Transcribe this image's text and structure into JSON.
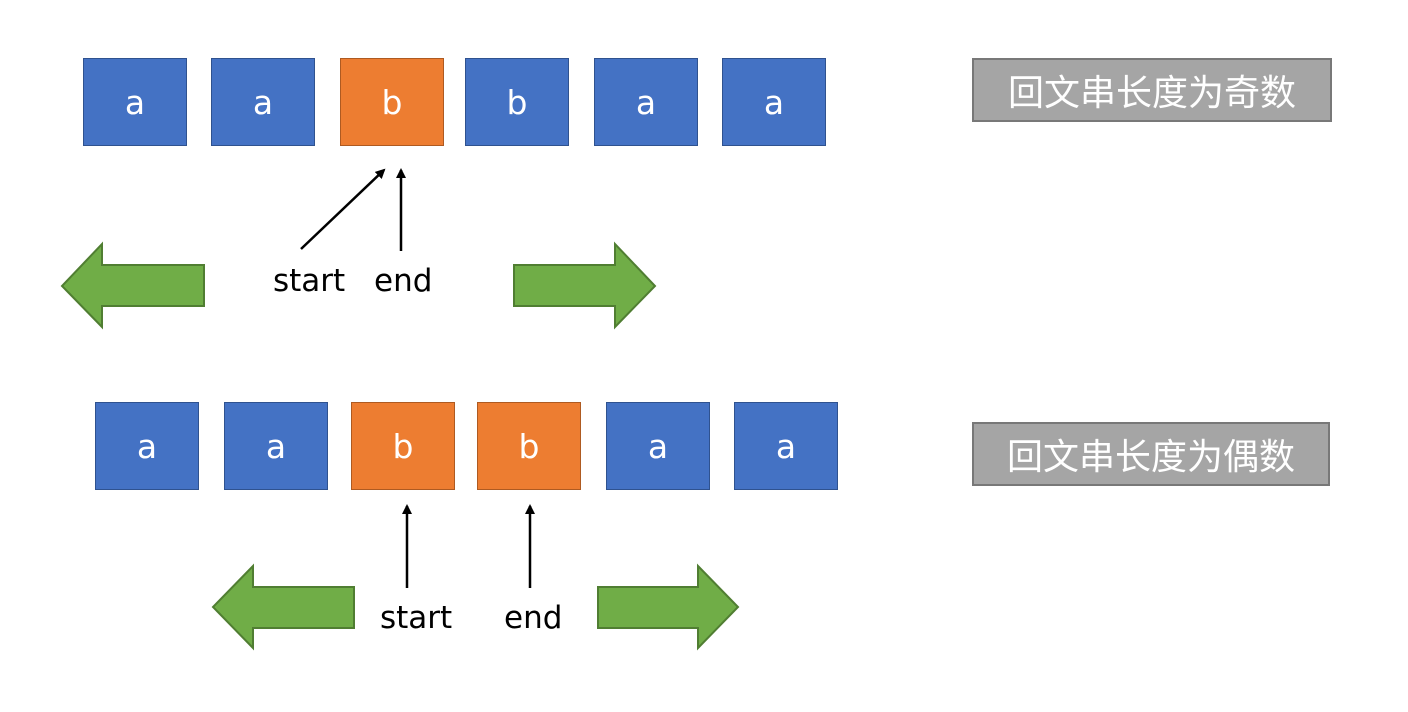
{
  "odd_example": {
    "caption": "回文串长度为奇数",
    "cells": [
      "a",
      "a",
      "b",
      "b",
      "a",
      "a"
    ],
    "start_label": "start",
    "end_label": "end"
  },
  "even_example": {
    "caption": "回文串长度为偶数",
    "cells": [
      "a",
      "a",
      "b",
      "b",
      "a",
      "a"
    ],
    "start_label": "start",
    "end_label": "end"
  },
  "colors": {
    "cell_a": "#4472c4",
    "cell_b": "#ed7d31",
    "arrow_green": "#70ad47",
    "caption_gray": "#a5a5a5"
  }
}
